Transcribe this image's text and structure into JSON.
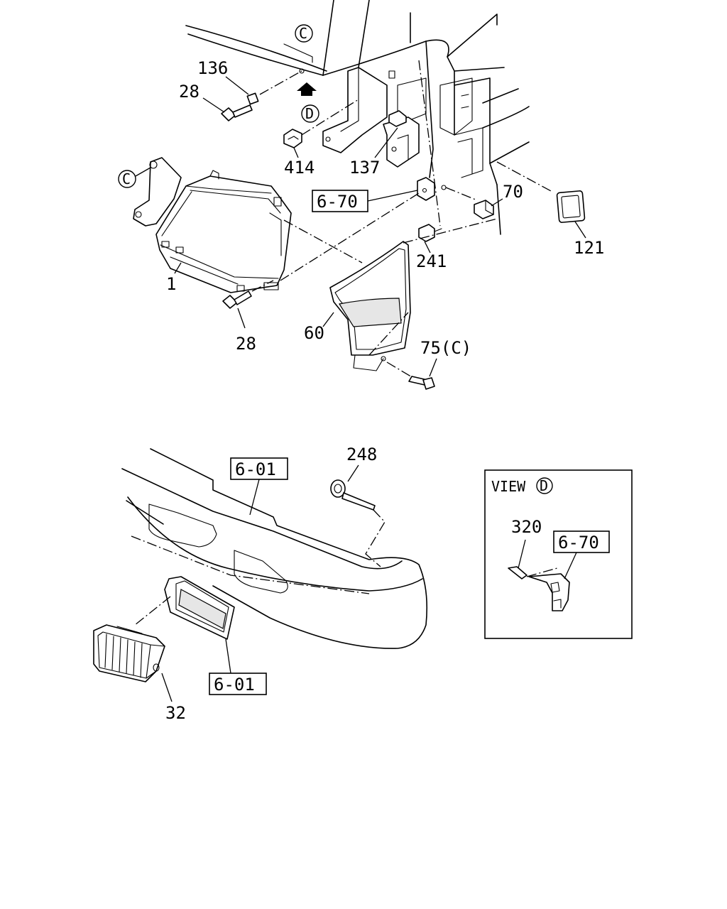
{
  "callouts": {
    "c_top": "C",
    "c_left": "C",
    "d_main": "D",
    "d_view": "D"
  },
  "labels": {
    "p136": "136",
    "p28_top": "28",
    "p414": "414",
    "p137": "137",
    "p6_70_top": "6-70",
    "p70": "70",
    "p121": "121",
    "p241": "241",
    "p1": "1",
    "p28_bottom": "28",
    "p60": "60",
    "p75c": "75(C)",
    "p248": "248",
    "p6_01_bumper": "6-01",
    "p6_01_lower": "6-01",
    "p32": "32",
    "p320": "320",
    "p6_70_view": "6-70"
  },
  "view_box": {
    "title": "VIEW"
  }
}
